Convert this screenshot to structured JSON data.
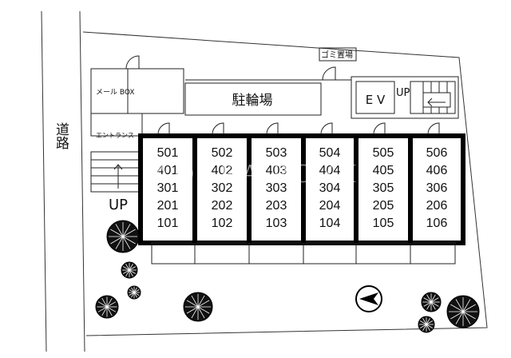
{
  "labels": {
    "road": "道路",
    "mail_box": "メール BOX",
    "entrance": "エントランス",
    "bicycle_parking": "駐輪場",
    "garbage_area": "ゴミ置場",
    "elevator": "E V",
    "stair_up_right": "UP",
    "stair_up_left": "UP"
  },
  "watermark": "AOI  RA  RO  CI",
  "units": [
    [
      "501",
      "401",
      "301",
      "201",
      "101"
    ],
    [
      "502",
      "402",
      "302",
      "202",
      "102"
    ],
    [
      "503",
      "403",
      "303",
      "203",
      "103"
    ],
    [
      "504",
      "404",
      "304",
      "204",
      "104"
    ],
    [
      "505",
      "405",
      "305",
      "205",
      "105"
    ],
    [
      "506",
      "406",
      "306",
      "206",
      "106"
    ]
  ],
  "icons": [
    "compass-icon",
    "tree-icon",
    "door-icon",
    "stairs-icon"
  ]
}
